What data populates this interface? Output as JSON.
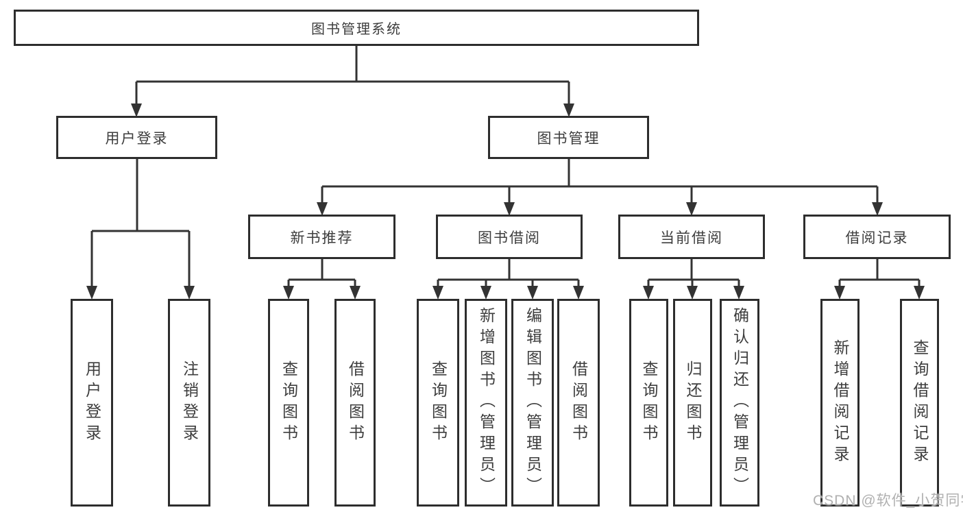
{
  "diagram": {
    "root": {
      "label": "图书管理系统"
    },
    "level2": [
      {
        "label": "用户登录"
      },
      {
        "label": "图书管理"
      }
    ],
    "level3": [
      {
        "label": "新书推荐"
      },
      {
        "label": "图书借阅"
      },
      {
        "label": "当前借阅"
      },
      {
        "label": "借阅记录"
      }
    ],
    "leaves": {
      "user_login": [
        "用户登录",
        "注销登录"
      ],
      "new_books": [
        "查询图书",
        "借阅图书"
      ],
      "book_borrowing": [
        "查询图书",
        "新增图书（管理员）",
        "编辑图书（管理员）",
        "借阅图书"
      ],
      "current_borrowing": [
        "查询图书",
        "归还图书",
        "确认归还（管理员）"
      ],
      "borrowing_records": [
        "新增借阅记录",
        "查询借阅记录"
      ]
    },
    "watermark": "CSDN @软件_小贺同学",
    "colors": {
      "line": "#333333",
      "box_border": "#2d2d2d",
      "text": "#3d3d3d",
      "watermark": "#b0b0b0",
      "background": "#ffffff"
    }
  }
}
